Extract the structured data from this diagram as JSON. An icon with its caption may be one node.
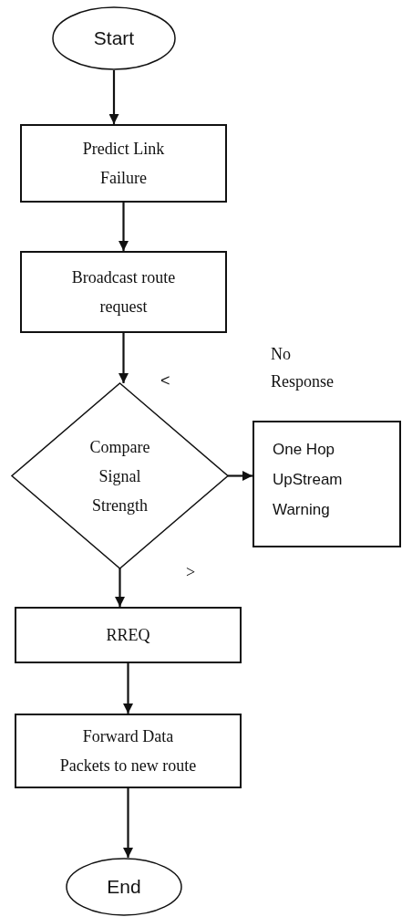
{
  "diagram": {
    "nodes": [
      {
        "text": [
          "Start"
        ]
      },
      {
        "text": [
          "Predict Link Failure"
        ]
      },
      {
        "text": [
          "Broadcast route request"
        ]
      },
      {
        "text": [
          "Compare Signal Strength"
        ]
      },
      {
        "text": [
          "One Hop UpStream Warning"
        ]
      },
      {
        "text": [
          "RREQ"
        ]
      },
      {
        "text": [
          "Forward Data Packets to new route"
        ]
      },
      {
        "text": [
          "End"
        ]
      }
    ],
    "edges": [
      {
        "from": 0,
        "to": 1,
        "arrow": "to"
      },
      {
        "from": 1,
        "to": 2,
        "arrow": "to"
      },
      {
        "from": 2,
        "to": 3,
        "arrow": "to"
      },
      {
        "from": 3,
        "to": 4,
        "arrow": "to"
      },
      {
        "from": 3,
        "to": 5,
        "arrow": "to",
        "label": ">"
      },
      {
        "from": 5,
        "to": 6,
        "arrow": "to"
      },
      {
        "from": 6,
        "to": 7,
        "arrow": "to"
      }
    ],
    "labels": [
      "No Response",
      "<"
    ]
  }
}
